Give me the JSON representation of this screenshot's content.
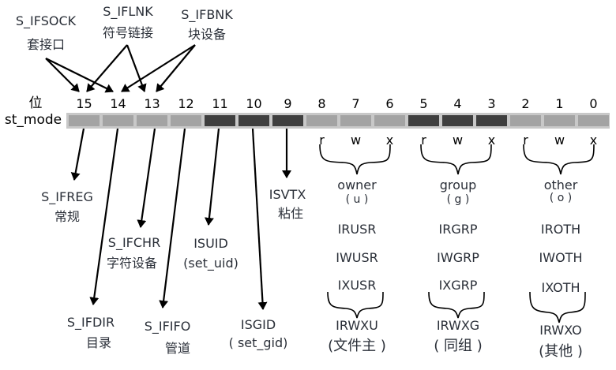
{
  "labels": {
    "bit_header": "位",
    "field_name": "st_mode"
  },
  "bits": [
    {
      "num": "15",
      "type": "filetype"
    },
    {
      "num": "14",
      "type": "filetype"
    },
    {
      "num": "13",
      "type": "filetype"
    },
    {
      "num": "12",
      "type": "filetype"
    },
    {
      "num": "11",
      "type": "special"
    },
    {
      "num": "10",
      "type": "special"
    },
    {
      "num": "9",
      "type": "special"
    },
    {
      "num": "8",
      "type": "perm_other"
    },
    {
      "num": "7",
      "type": "perm_other"
    },
    {
      "num": "6",
      "type": "perm_other"
    },
    {
      "num": "5",
      "type": "perm_group"
    },
    {
      "num": "4",
      "type": "perm_group"
    },
    {
      "num": "3",
      "type": "perm_group"
    },
    {
      "num": "2",
      "type": "perm_other"
    },
    {
      "num": "1",
      "type": "perm_other"
    },
    {
      "num": "0",
      "type": "perm_other"
    }
  ],
  "colors": {
    "light_segment": "#a3a3a3",
    "dark_segment": "#3f3f3f",
    "bar_frame": "#c8c8c8",
    "text": "#2a2f38",
    "arrow": "#000000"
  },
  "top_types": {
    "sock": {
      "name": "S_IFSOCK",
      "desc": "套接口"
    },
    "lnk": {
      "name": "S_IFLNK",
      "desc": "符号链接"
    },
    "bnk": {
      "name": "S_IFBNK",
      "desc": "块设备"
    }
  },
  "bottom_types": {
    "reg": {
      "name": "S_IFREG",
      "desc": "常规"
    },
    "chr": {
      "name": "S_IFCHR",
      "desc": "字符设备"
    },
    "dir": {
      "name": "S_IFDIR",
      "desc": "目录"
    },
    "fifo": {
      "name": "S_IFIFO",
      "desc": "管道"
    }
  },
  "special_bits": {
    "suid": {
      "name": "ISUID",
      "desc": "(set_uid)"
    },
    "sgid": {
      "name": "ISGID",
      "desc": "( set_gid)"
    },
    "svtx": {
      "name": "ISVTX",
      "desc": "粘住"
    }
  },
  "rwx": [
    "r",
    "w",
    "x",
    "r",
    "w",
    "x",
    "r",
    "w",
    "x"
  ],
  "groups": [
    {
      "name": "owner",
      "abbr": "( u )",
      "perms": [
        "IRUSR",
        "IWUSR",
        "IXUSR"
      ],
      "all": "IRWXU",
      "desc": "(文件主 )"
    },
    {
      "name": "group",
      "abbr": "( g )",
      "perms": [
        "IRGRP",
        "IWGRP",
        "IXGRP"
      ],
      "all": "IRWXG",
      "desc": "( 同组 )"
    },
    {
      "name": "other",
      "abbr": "( o )",
      "perms": [
        "IROTH",
        "IWOTH",
        "IXOTH"
      ],
      "all": "IRWXO",
      "desc": "(其他 )"
    }
  ]
}
